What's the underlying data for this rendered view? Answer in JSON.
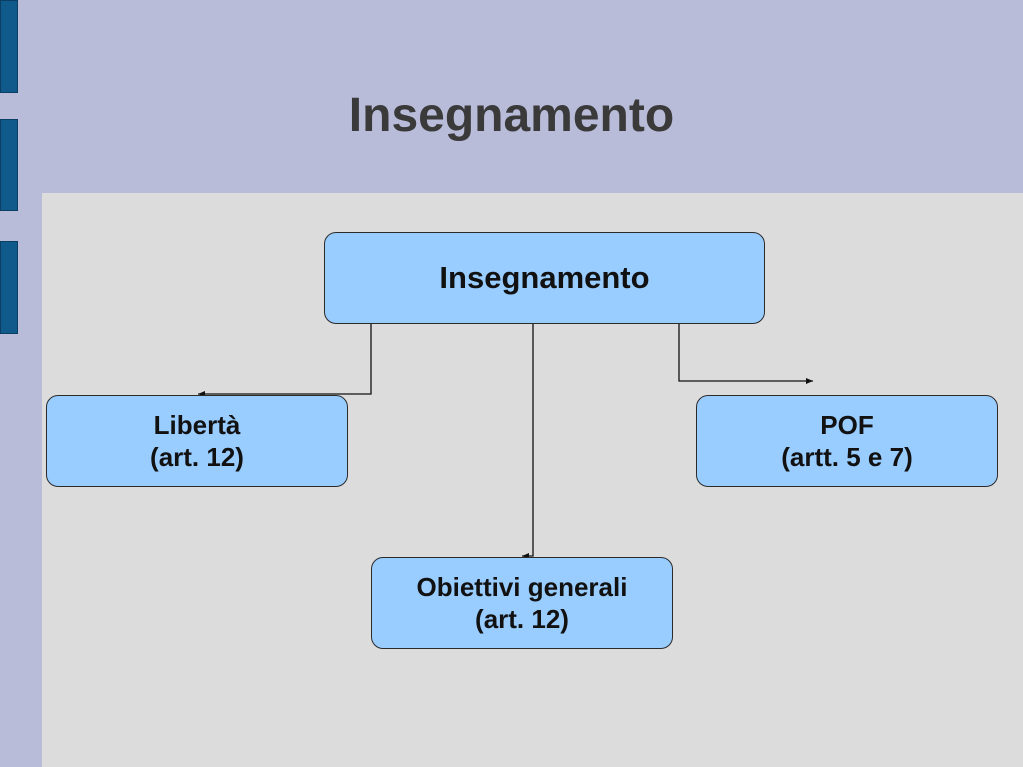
{
  "slide": {
    "title": "Insegnamento",
    "colors": {
      "background": "#b8bcd9",
      "content_area": "#dcdcdc",
      "side_tabs": "#0f5a8a",
      "node_fill": "#99ccff",
      "title_text": "#3a3a3a"
    }
  },
  "diagram": {
    "root": {
      "label": "Insegnamento"
    },
    "children": {
      "liberta": {
        "line1": "Libertà",
        "line2": "(art. 12)"
      },
      "pof": {
        "line1": "POF",
        "line2": "(artt. 5 e 7)"
      },
      "obiettivi": {
        "line1": "Obiettivi generali",
        "line2": "(art. 12)"
      }
    }
  }
}
